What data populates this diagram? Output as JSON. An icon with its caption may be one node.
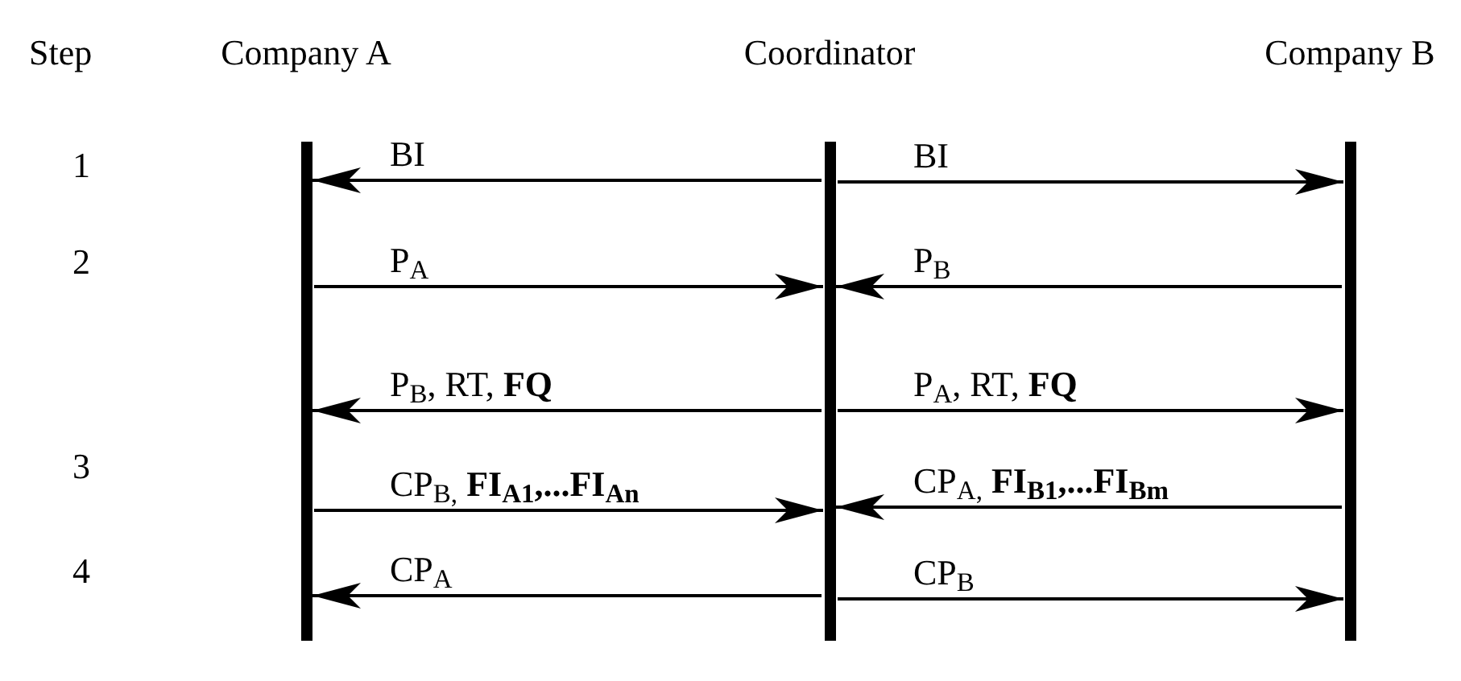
{
  "diagram": {
    "nodes": [
      {
        "text": [
          "Company A"
        ]
      },
      {
        "text": [
          "Coordinator"
        ]
      },
      {
        "text": [
          "Company B"
        ]
      }
    ],
    "edges": [
      {
        "from": 1,
        "to": 0,
        "arrow": "to",
        "label": "BI"
      },
      {
        "from": 1,
        "to": 2,
        "arrow": "to",
        "label": "BI"
      },
      {
        "from": 0,
        "to": 1,
        "arrow": "to",
        "label": "P$_{A}$"
      },
      {
        "from": 2,
        "to": 1,
        "arrow": "to",
        "label": "P$_{B}$"
      },
      {
        "from": 1,
        "to": 0,
        "arrow": "to",
        "label": "P$_{B}$, RT,  **FQ**"
      },
      {
        "from": 1,
        "to": 2,
        "arrow": "to",
        "label": "P$_{A}$, RT,  **FQ**"
      },
      {
        "from": 0,
        "to": 1,
        "arrow": "to",
        "label": "CP$_{B,}$ **FI$_{A1}$,...FI$_{An}$**"
      },
      {
        "from": 2,
        "to": 1,
        "arrow": "to",
        "label": "CP$_{A,}$ **FI$_{B1}$,...FI$_{Bm}$**"
      },
      {
        "from": 1,
        "to": 0,
        "arrow": "to",
        "label": "CP$_{A}$"
      },
      {
        "from": 1,
        "to": 2,
        "arrow": "to",
        "label": "CP$_{B}$"
      }
    ],
    "labels": [
      "Step",
      "1",
      "2",
      "3",
      "4"
    ]
  }
}
